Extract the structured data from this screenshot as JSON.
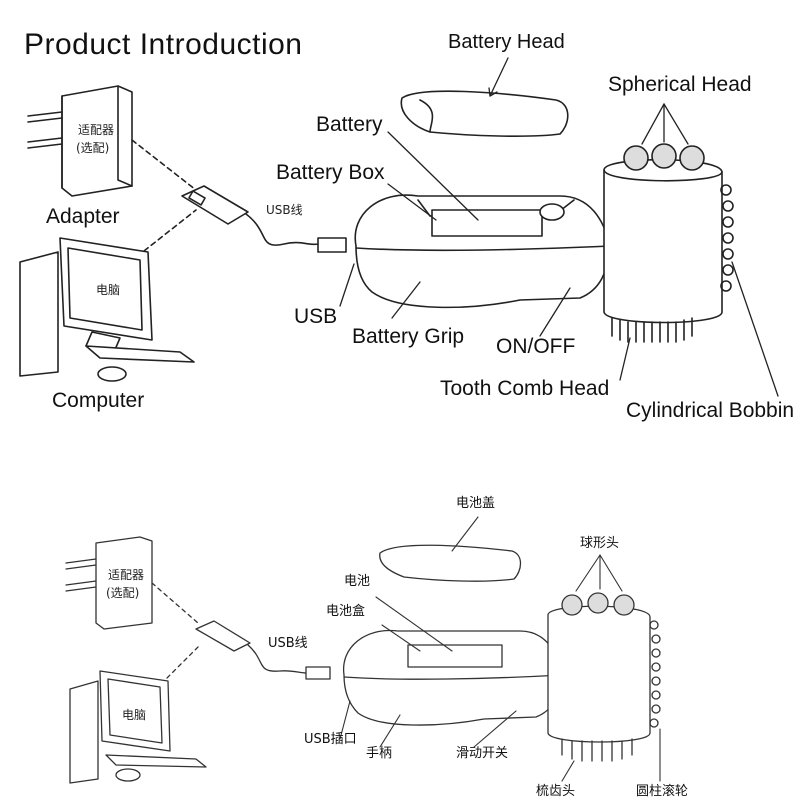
{
  "top": {
    "title": "Product  Introduction",
    "labels": {
      "battery_head": "Battery Head",
      "spherical_head": "Spherical Head",
      "battery": "Battery",
      "battery_box": "Battery Box",
      "adapter": "Adapter",
      "usb": "USB",
      "battery_grip": "Battery Grip",
      "on_off": "ON/OFF",
      "computer": "Computer",
      "tooth_comb_head": "Tooth Comb Head",
      "cylindrical_bobbin": "Cylindrical Bobbin"
    },
    "device_text": {
      "adapter_line1": "适配器",
      "adapter_line2": "(选配)",
      "usb_cable": "USB线",
      "computer_screen": "电脑"
    }
  },
  "bottom": {
    "labels": {
      "battery_cover": "电池盖",
      "spherical_head": "球形头",
      "battery": "电池",
      "battery_box": "电池盒",
      "usb_cable": "USB线",
      "usb_port": "USB插口",
      "handle": "手柄",
      "slide_switch": "滑动开关",
      "comb_head": "梳齿头",
      "roller": "圆柱滚轮"
    },
    "device_text": {
      "adapter_line1": "适配器",
      "adapter_line2": "(选配)",
      "computer_screen": "电脑"
    }
  }
}
